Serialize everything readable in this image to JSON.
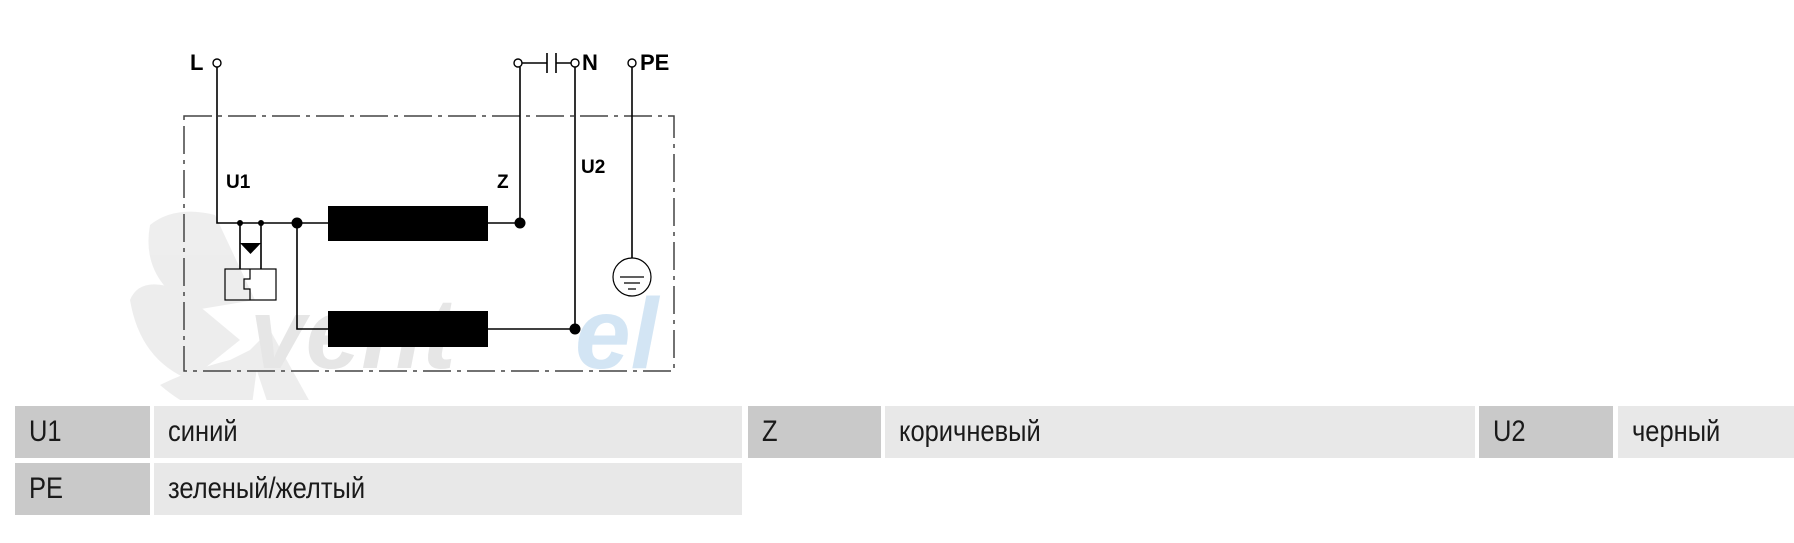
{
  "diagram": {
    "terminals": {
      "L": "L",
      "N": "N",
      "PE": "PE"
    },
    "wire_labels": {
      "U1": "U1",
      "Z": "Z",
      "U2": "U2"
    },
    "watermark": {
      "brand": "ventel",
      "gray_part": "vent",
      "blue_part": "el",
      "blue_color": "#cfe3f3",
      "gray_color": "#e4e4e4"
    }
  },
  "legend": [
    {
      "key": "U1",
      "value": "синий"
    },
    {
      "key": "Z",
      "value": "коричневый"
    },
    {
      "key": "U2",
      "value": "черный"
    },
    {
      "key": "PE",
      "value": "зеленый/желтый"
    }
  ]
}
